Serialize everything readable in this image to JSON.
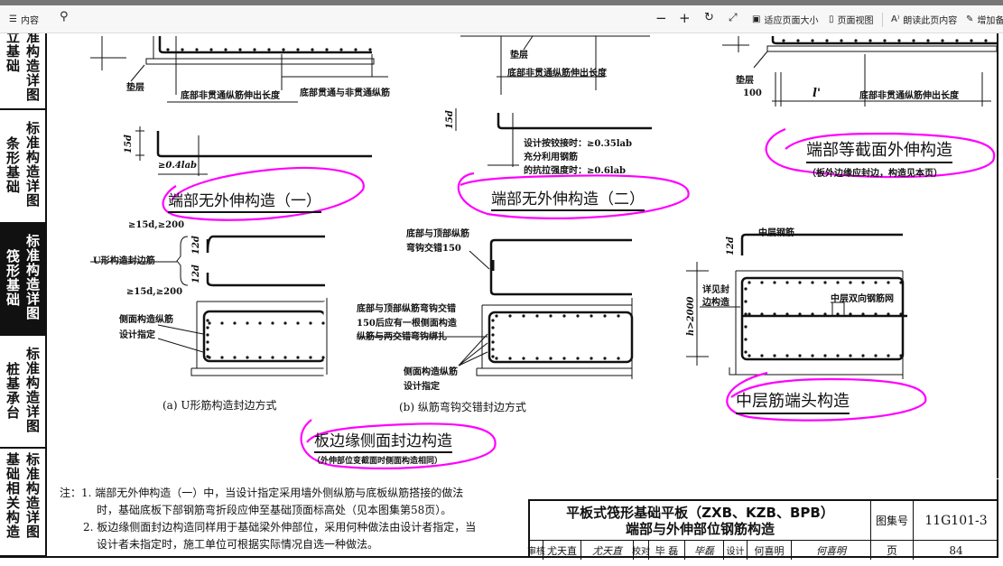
{
  "toolbar": {
    "contents": "内容",
    "zoom_out": "−",
    "zoom_in": "+",
    "fit_page": "适应页面大小",
    "page_view": "页面视图",
    "read_aloud": "朗读此页内容",
    "add_note": "增加备"
  },
  "sidebar": [
    {
      "c1": "独立基础",
      "c2": "标准构造详图",
      "active": false
    },
    {
      "c1": "条形基础",
      "c2": "标准构造详图",
      "active": false
    },
    {
      "c1": "筏形基础",
      "c2": "标准构造详图",
      "active": true
    },
    {
      "c1": "桩基承台",
      "c2": "标准构造详图",
      "active": false
    },
    {
      "c1": "基础相关构造",
      "c2": "标准构造详图",
      "active": false
    }
  ],
  "d1": {
    "dianceng": "垫层",
    "ext": "底部非贯通纵筋伸出长度",
    "thru": "底部贯通与非贯通纵筋",
    "l15d": "15d",
    "l04": "≥0.4lab",
    "title": "端部无外伸构造（一）"
  },
  "d2": {
    "dianceng": "垫层",
    "ext": "底部非贯通纵筋伸出长度",
    "l15d": "15d",
    "n1": "设计按铰接时：≥0.35lab",
    "n2": "充分利用钢筋",
    "n3": "的抗拉强度时：≥0.6lab",
    "title": "端部无外伸构造（二）"
  },
  "d3": {
    "dianceng": "垫层",
    "d100": "100",
    "lp": "l'",
    "ext": "底部非贯通纵筋伸出长度",
    "title": "端部等截面外伸构造",
    "sub": "（板外边缘应封边，构造见本页）"
  },
  "d4": {
    "top": "≥15d,≥200",
    "ubar": "U形构造封边筋",
    "d12a": "12d",
    "d12b": "12d",
    "bot": "≥15d,≥200",
    "side1": "侧面构造纵筋",
    "side2": "设计指定",
    "cap": "(a) U形筋构造封边方式"
  },
  "d5": {
    "h1": "底部与顶部纵筋",
    "h2": "弯钩交错150",
    "m1": "底部与顶部纵筋弯钩交错",
    "m2": "150后应有一根侧面构造",
    "m3": "纵筋与两交错弯钩绑扎",
    "side1": "侧面构造纵筋",
    "side2": "设计指定",
    "cap": "(b) 纵筋弯钩交错封边方式"
  },
  "edge": {
    "title": "板边缘侧面封边构造",
    "sub": "（外伸部位变截面时侧面构造相同）"
  },
  "d6": {
    "mid": "中层钢筋",
    "d12": "12d",
    "see1": "详见封",
    "see2": "边构造",
    "h": "h>2000",
    "mesh": "中层双向钢筋网",
    "title": "中层筋端头构造"
  },
  "notes": [
    "注：1. 端部无外伸构造（一）中，当设计指定采用墙外侧纵筋与底板纵筋搭接的做法",
    "时，基础底板下部钢筋弯折段应伸至基础顶面标高处（见本图集第58页）。",
    "2. 板边缘侧面封边构造同样用于基础梁外伸部位，采用何种做法由设计者指定，当",
    "设计者未指定时，施工单位可根据实际情况自选一种做法。"
  ],
  "titleblock": {
    "title1": "平板式筏形基础平板（ZXB、KZB、BPB）",
    "title2": "端部与外伸部位钢筋构造",
    "atlas_label": "图集号",
    "atlas": "11G101-3",
    "review": "审核",
    "reviewer": "尤天直",
    "check": "校对",
    "checker": "毕  磊",
    "design": "设计",
    "designer": "何喜明",
    "page_label": "页",
    "page": "84",
    "sig1": "尤天直",
    "sig2": "毕磊",
    "sig3": "何喜明"
  },
  "colors": {
    "annotation": "#ff00ff",
    "dark_tab": "#111111"
  }
}
